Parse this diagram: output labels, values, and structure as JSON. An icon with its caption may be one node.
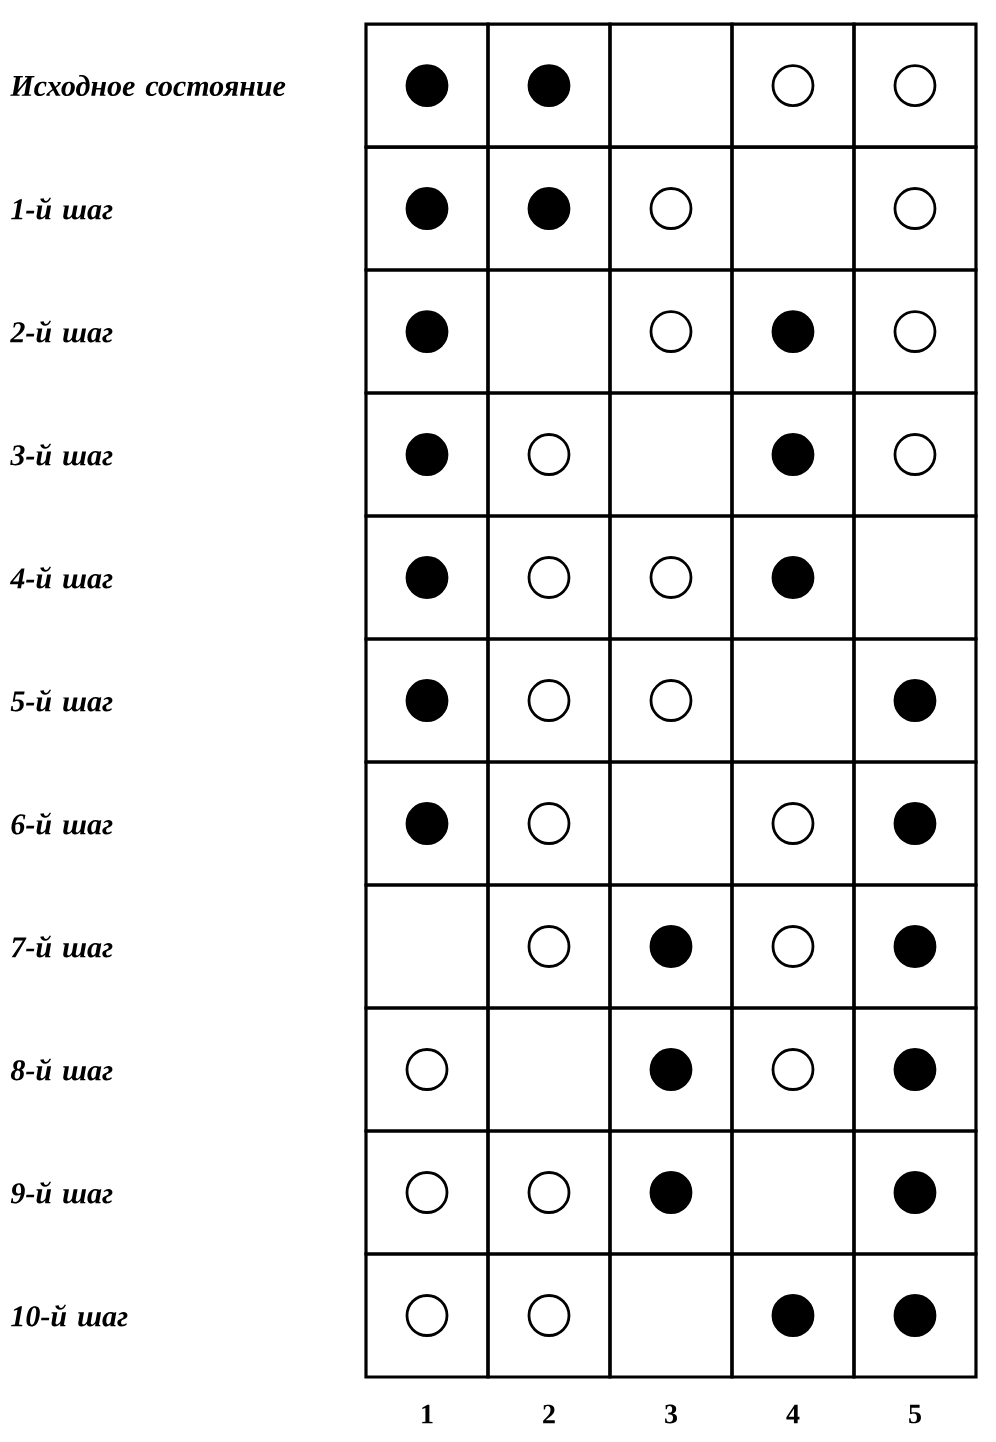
{
  "diagram": {
    "nodes": [
      {
        "text": [],
        "shape": "box"
      },
      {
        "text": [],
        "shape": "box"
      },
      {
        "text": [],
        "shape": "box"
      },
      {
        "text": [],
        "shape": "box"
      },
      {
        "text": [],
        "shape": "box"
      },
      {
        "text": [],
        "shape": "box"
      },
      {
        "text": [],
        "shape": "box"
      },
      {
        "text": [],
        "shape": "box"
      },
      {
        "text": [],
        "shape": "box"
      },
      {
        "text": [],
        "shape": "box"
      },
      {
        "text": [],
        "shape": "box"
      },
      {
        "text": [],
        "shape": "box"
      },
      {
        "text": [],
        "shape": "box"
      },
      {
        "text": [],
        "shape": "box"
      },
      {
        "text": [],
        "shape": "box"
      },
      {
        "text": [],
        "shape": "box"
      },
      {
        "text": [],
        "shape": "box"
      },
      {
        "text": [],
        "shape": "box"
      },
      {
        "text": [],
        "shape": "box"
      },
      {
        "text": [],
        "shape": "box"
      },
      {
        "text": [],
        "shape": "box"
      },
      {
        "text": [],
        "shape": "box"
      },
      {
        "text": [],
        "shape": "box"
      },
      {
        "text": [],
        "shape": "box"
      },
      {
        "text": [],
        "shape": "box"
      },
      {
        "text": [],
        "shape": "box"
      },
      {
        "text": [],
        "shape": "box"
      },
      {
        "text": [],
        "shape": "box"
      },
      {
        "text": [],
        "shape": "box"
      },
      {
        "text": [],
        "shape": "box"
      },
      {
        "text": [],
        "shape": "box"
      },
      {
        "text": [],
        "shape": "box"
      },
      {
        "text": [],
        "shape": "box"
      },
      {
        "text": [],
        "shape": "box"
      },
      {
        "text": [],
        "shape": "box"
      },
      {
        "text": [],
        "shape": "box"
      },
      {
        "text": [],
        "shape": "box"
      },
      {
        "text": [],
        "shape": "box"
      },
      {
        "text": [],
        "shape": "box"
      },
      {
        "text": [],
        "shape": "box"
      },
      {
        "text": [],
        "shape": "box"
      },
      {
        "text": [],
        "shape": "box"
      },
      {
        "text": [],
        "shape": "box"
      },
      {
        "text": [],
        "shape": "box"
      },
      {
        "text": [],
        "shape": "box"
      },
      {
        "text": [],
        "shape": "box"
      },
      {
        "text": [],
        "shape": "box"
      },
      {
        "text": [],
        "shape": "box"
      },
      {
        "text": [],
        "shape": "box"
      },
      {
        "text": [],
        "shape": "box"
      },
      {
        "text": [],
        "shape": "box"
      },
      {
        "text": [],
        "shape": "box"
      },
      {
        "text": [],
        "shape": "box"
      },
      {
        "text": [],
        "shape": "box"
      },
      {
        "text": [],
        "shape": "box"
      },
      {
        "text": [],
        "shape": "dot",
        "in": 0
      },
      {
        "text": [],
        "shape": "dot",
        "in": 1
      },
      {
        "text": [],
        "shape": "circle",
        "in": 3
      },
      {
        "text": [],
        "shape": "circle",
        "in": 4
      },
      {
        "text": [],
        "shape": "dot",
        "in": 5
      },
      {
        "text": [],
        "shape": "dot",
        "in": 6
      },
      {
        "text": [],
        "shape": "circle",
        "in": 7
      },
      {
        "text": [],
        "shape": "circle",
        "in": 9
      },
      {
        "text": [],
        "shape": "dot",
        "in": 10
      },
      {
        "text": [],
        "shape": "circle",
        "in": 12
      },
      {
        "text": [],
        "shape": "dot",
        "in": 13
      },
      {
        "text": [],
        "shape": "circle",
        "in": 14
      },
      {
        "text": [],
        "shape": "dot",
        "in": 15
      },
      {
        "text": [],
        "shape": "circle",
        "in": 16
      },
      {
        "text": [],
        "shape": "dot",
        "in": 18
      },
      {
        "text": [],
        "shape": "circle",
        "in": 19
      },
      {
        "text": [],
        "shape": "dot",
        "in": 20
      },
      {
        "text": [],
        "shape": "circle",
        "in": 21
      },
      {
        "text": [],
        "shape": "circle",
        "in": 22
      },
      {
        "text": [],
        "shape": "dot",
        "in": 23
      },
      {
        "text": [],
        "shape": "dot",
        "in": 25
      },
      {
        "text": [],
        "shape": "circle",
        "in": 26
      },
      {
        "text": [],
        "shape": "circle",
        "in": 27
      },
      {
        "text": [],
        "shape": "dot",
        "in": 29
      },
      {
        "text": [],
        "shape": "dot",
        "in": 30
      },
      {
        "text": [],
        "shape": "circle",
        "in": 31
      },
      {
        "text": [],
        "shape": "circle",
        "in": 33
      },
      {
        "text": [],
        "shape": "dot",
        "in": 34
      },
      {
        "text": [],
        "shape": "circle",
        "in": 36
      },
      {
        "text": [],
        "shape": "dot",
        "in": 37
      },
      {
        "text": [],
        "shape": "circle",
        "in": 38
      },
      {
        "text": [],
        "shape": "dot",
        "in": 39
      },
      {
        "text": [],
        "shape": "circle",
        "in": 40
      },
      {
        "text": [],
        "shape": "dot",
        "in": 42
      },
      {
        "text": [],
        "shape": "circle",
        "in": 43
      },
      {
        "text": [],
        "shape": "dot",
        "in": 44
      },
      {
        "text": [],
        "shape": "circle",
        "in": 45
      },
      {
        "text": [],
        "shape": "circle",
        "in": 46
      },
      {
        "text": [],
        "shape": "dot",
        "in": 47
      },
      {
        "text": [],
        "shape": "dot",
        "in": 49
      },
      {
        "text": [],
        "shape": "circle",
        "in": 50
      },
      {
        "text": [],
        "shape": "circle",
        "in": 51
      },
      {
        "text": [],
        "shape": "dot",
        "in": 53
      },
      {
        "text": [],
        "shape": "dot",
        "in": 54
      }
    ],
    "labels": [
      "Исходное состояние",
      "1-й шаг",
      "2-й шаг",
      "3-й шаг",
      "4-й шаг",
      "5-й шаг",
      "6-й шаг",
      "7-й шаг",
      "8-й шаг",
      "9-й шаг",
      "10-й шаг",
      "1",
      "2",
      "3",
      "4",
      "5"
    ]
  }
}
